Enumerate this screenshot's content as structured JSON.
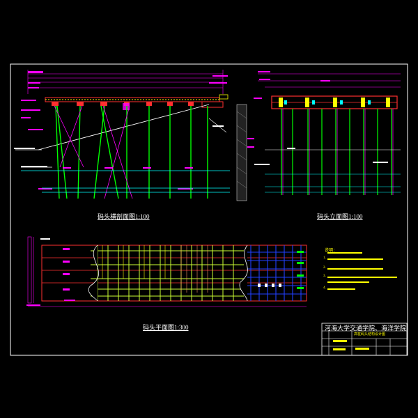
{
  "drawing": {
    "views": {
      "cross_section": "码头横剖面图1:100",
      "elevation": "码头立面图1:100",
      "plan": "码头平面图1:300"
    },
    "title_block": {
      "institution": "河海大学交通学院、海洋学院",
      "drawing_name": "高桩码头结构设计图"
    },
    "notes": {
      "heading": "说明：",
      "items": [
        "1.",
        "2.",
        "3.",
        "4."
      ]
    },
    "colors": {
      "background": "#000000",
      "frame": "#ffffff",
      "dimension": "#ff00ff",
      "pile": "#00ff00",
      "beam": "#ff3030",
      "deck": "#ffff00",
      "grid_blue": "#2040ff",
      "cyan": "#00ffff",
      "note": "#ffff00"
    }
  }
}
